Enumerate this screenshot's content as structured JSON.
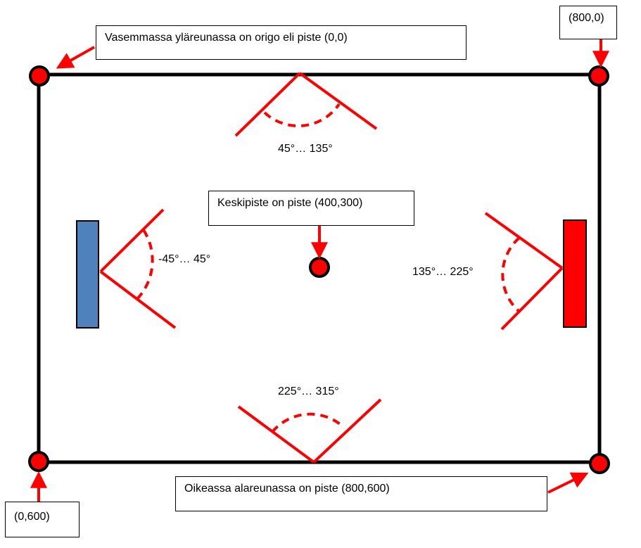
{
  "colors": {
    "accent": "#ff0000",
    "paddle_left": "#4f81bd",
    "paddle_right": "#ff0000",
    "line": "#000000"
  },
  "callouts": {
    "origin": "Vasemmassa yläreunassa on origo eli piste (0,0)",
    "top_right": "(800,0)",
    "center": "Keskipiste on piste (400,300)",
    "bottom_right": "Oikeassa alareunassa on piste (800,600)",
    "bottom_left": "(0,600)"
  },
  "angles": {
    "top": "45°… 135°",
    "left": "-45°… 45°",
    "right": "135°… 225°",
    "bottom": "225°… 315°"
  }
}
